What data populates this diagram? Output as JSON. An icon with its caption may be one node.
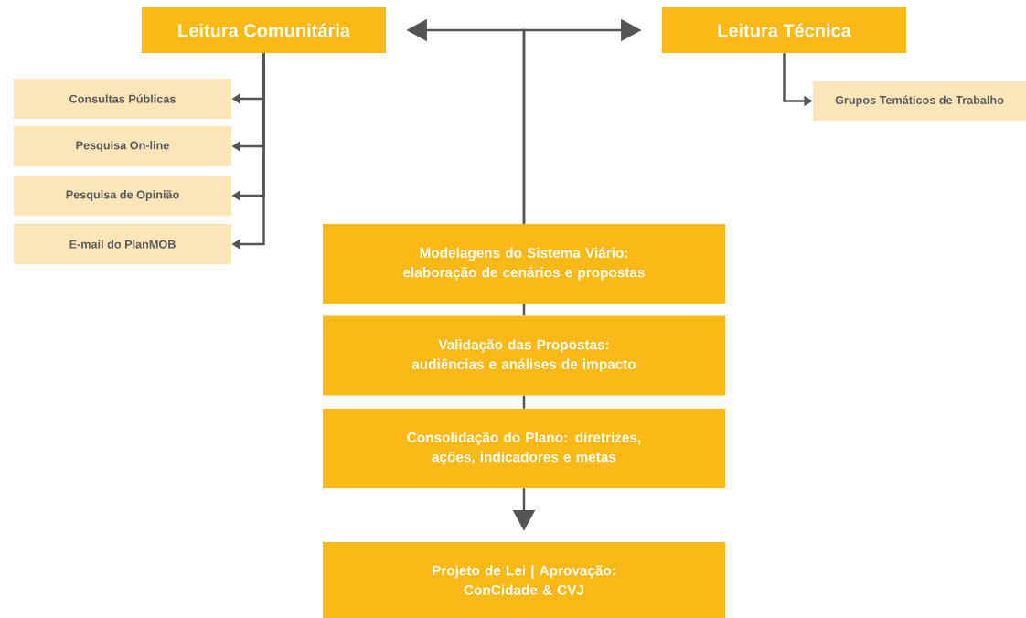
{
  "diagram": {
    "nodes": [
      {
        "text": [
          "Leitura Comunitária"
        ]
      },
      {
        "text": [
          "Consultas Públicas"
        ]
      },
      {
        "text": [
          "Pesquisa On-line"
        ]
      },
      {
        "text": [
          "Pesquisa de Opinião"
        ]
      },
      {
        "text": [
          "E-mail do PlanMOB"
        ]
      },
      {
        "text": [
          "Leitura Técnica"
        ]
      },
      {
        "text": [
          "Grupos Temáticos de Trabalho"
        ]
      },
      {
        "text": [
          "Modelagens do Sistema Viário: elaboração de cenários e propostas"
        ]
      },
      {
        "text": [
          "Validação das Propostas: audiências e análises de impacto"
        ]
      },
      {
        "text": [
          "Consolidação do Plano: diretrizes, ações, indicadores e metas"
        ]
      },
      {
        "text": [
          "Projeto de Lei | Aprovação: ConCidade & CVJ"
        ]
      }
    ],
    "edges": [
      {
        "from": 7,
        "to": 0,
        "arrow": "to"
      },
      {
        "from": 7,
        "to": 5,
        "arrow": "to"
      },
      {
        "from": 0,
        "to": 1,
        "arrow": "to"
      },
      {
        "from": 0,
        "to": 2,
        "arrow": "to"
      },
      {
        "from": 0,
        "to": 3,
        "arrow": "to"
      },
      {
        "from": 0,
        "to": 4,
        "arrow": "to"
      },
      {
        "from": 5,
        "to": 6,
        "arrow": "to"
      },
      {
        "from": 7,
        "to": 8,
        "arrow": "none"
      },
      {
        "from": 8,
        "to": 9,
        "arrow": "none"
      },
      {
        "from": 9,
        "to": 10,
        "arrow": "to"
      }
    ]
  }
}
